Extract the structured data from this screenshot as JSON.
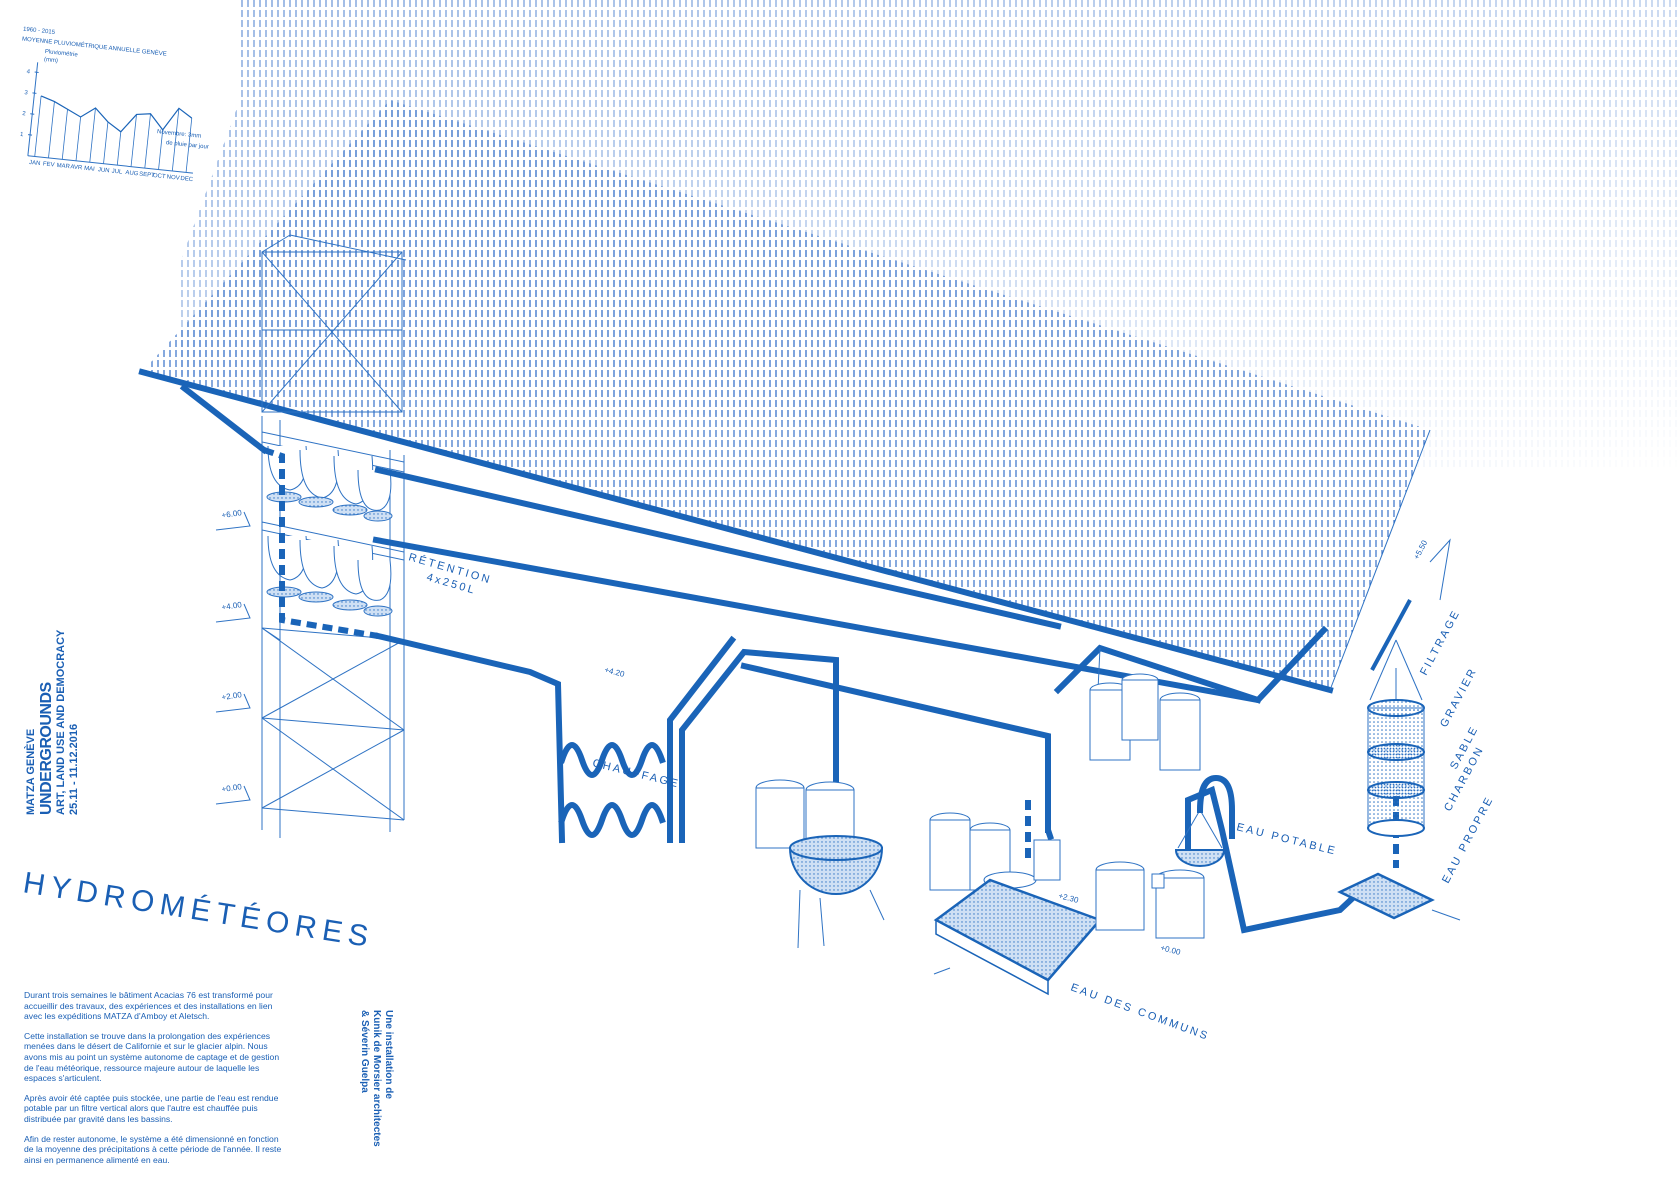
{
  "side_header": {
    "org": "MATZA GENÈVE",
    "event": "UNDERGROUNDS",
    "subtitle": "ART, LAND USE AND DEMOCRACY",
    "dates": "25.11 - 11.12.2016"
  },
  "credit": {
    "line1": "Une installation de",
    "line2": "Kunik de Morsier architectes",
    "line3": "& Séverin Guelpa"
  },
  "title": "HYDROMÉTÉORES",
  "intro": [
    "Durant trois semaines le bâtiment Acacias 76 est transformé pour accueillir des travaux, des expériences et des installations en lien avec les expéditions MATZA d'Amboy et Aletsch.",
    "Cette installation se trouve dans la prolongation des expériences menées dans le désert de Californie et sur le glacier alpin. Nous avons mis au point un système autonome de captage et de gestion de l'eau météorique, ressource majeure autour de laquelle les espaces s'articulent.",
    "Après avoir été captée puis stockée, une partie de l'eau est rendue potable par un filtre vertical alors que l'autre est chauffée puis distribuée par gravité dans les bassins.",
    "Afin de rester autonome, le système a été dimensionné en fonction de la moyenne des précipitations à cette période de l'année. Il reste ainsi en permanence alimenté en eau."
  ],
  "labels": {
    "retention": "RÉTENTION",
    "retention_capacity": "4x250L",
    "chauffage": "CHAUFFAGE",
    "eau_potable": "EAU POTABLE",
    "eau_des_communs": "EAU DES COMMUNS",
    "filtrage": "FILTRAGE",
    "gravier": "GRAVIER",
    "sable": "SABLE",
    "charbon": "CHARBON",
    "eau_propre": "EAU PROPRE"
  },
  "levels": {
    "l600": "+6.00",
    "l400": "+4.00",
    "l200": "+2.00",
    "l000": "+0.00",
    "l420": "+4.20",
    "l230": "+2.30",
    "l000b": "+0.00",
    "l550": "+5.50"
  },
  "rain_chart": {
    "period": "1960 - 2015",
    "title": "MOYENNE PLUVIOMÉTRIQUE ANNUELLE GENÈVE",
    "ylabel": "Pluviométrie",
    "yunit": "(mm)",
    "annotation_line1": "Novembre: 3mm",
    "annotation_line2": "de pluie par jour",
    "y_ticks": [
      "4",
      "3",
      "2",
      "1"
    ],
    "months": [
      "JAN",
      "FEV",
      "MAR",
      "AVR",
      "MAI",
      "JUN",
      "JUL",
      "AUG",
      "SEPT",
      "OCT",
      "NOV",
      "DEC"
    ],
    "values": [
      2.9,
      2.7,
      2.4,
      2.1,
      2.6,
      2.0,
      1.6,
      2.5,
      2.6,
      1.9,
      3.0,
      2.6
    ]
  },
  "colors": {
    "primary": "#1a64b8",
    "line": "#2f73c4",
    "rain": "#3a55d8"
  }
}
